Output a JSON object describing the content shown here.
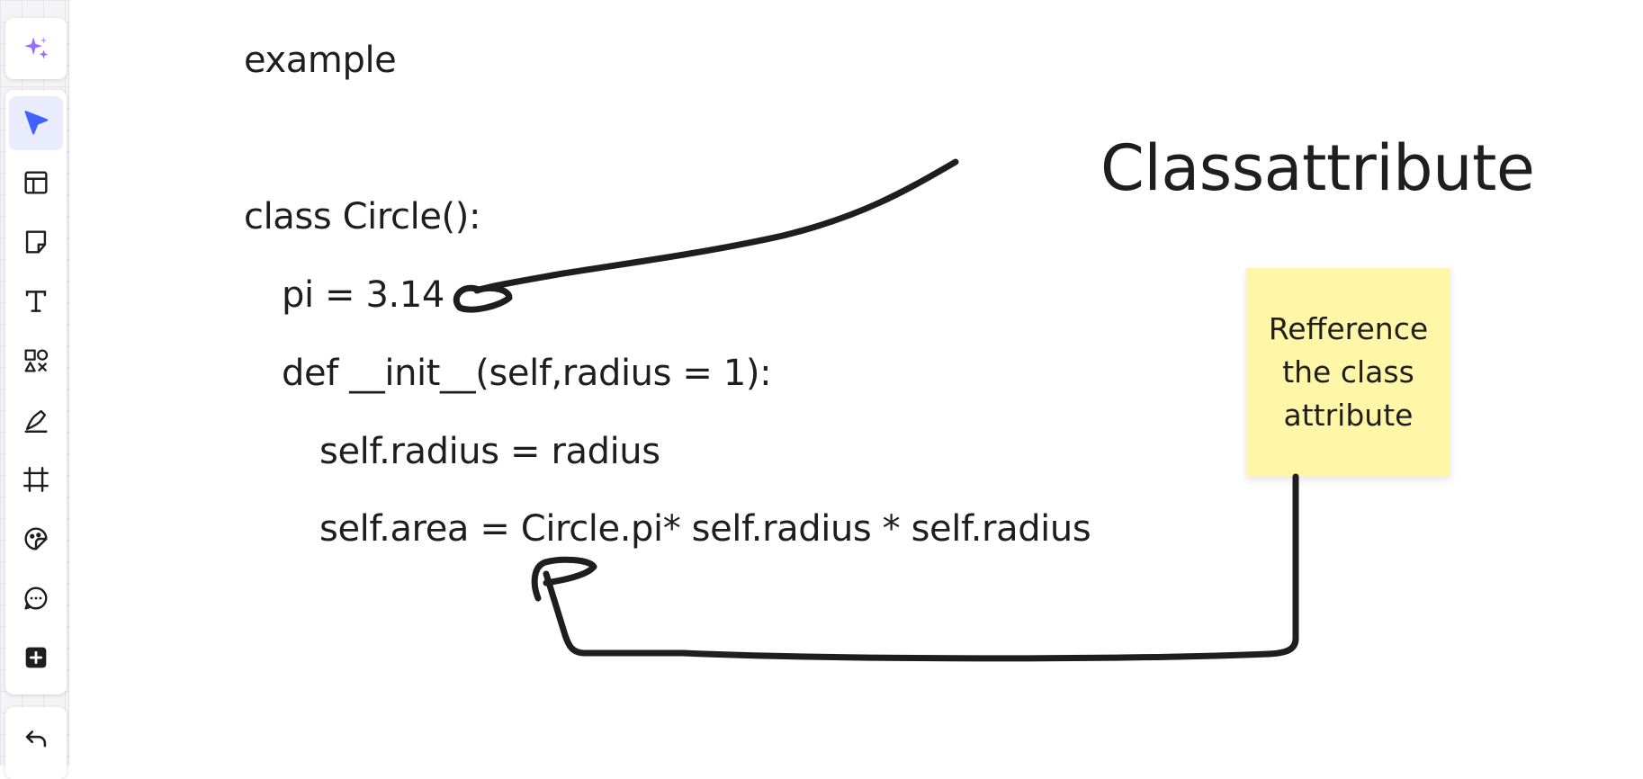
{
  "toolbar": {
    "tools": [
      {
        "name": "ai-assist",
        "icon": "sparkle-icon",
        "active": false
      },
      {
        "name": "select",
        "icon": "cursor-arrow-icon",
        "active": true
      },
      {
        "name": "templates",
        "icon": "layout-icon",
        "active": false
      },
      {
        "name": "sticky-note",
        "icon": "sticky-note-icon",
        "active": false
      },
      {
        "name": "text",
        "icon": "text-icon",
        "active": false
      },
      {
        "name": "shapes",
        "icon": "shapes-icon",
        "active": false
      },
      {
        "name": "pen",
        "icon": "pen-icon",
        "active": false
      },
      {
        "name": "frame",
        "icon": "frame-icon",
        "active": false
      },
      {
        "name": "stickers",
        "icon": "sticker-icon",
        "active": false
      },
      {
        "name": "comment",
        "icon": "comment-icon",
        "active": false
      },
      {
        "name": "more-apps",
        "icon": "plus-square-icon",
        "active": false
      },
      {
        "name": "undo",
        "icon": "undo-icon",
        "active": false
      }
    ]
  },
  "colors": {
    "accent": "#4262ff",
    "sparkle": "#9b6bff",
    "sticky": "#fff6a8",
    "ink": "#1e1e1e"
  },
  "canvas": {
    "code_lines": [
      "example",
      "class Circle():",
      "pi = 3.14",
      "def __init__(self,radius = 1):",
      "self.radius = radius",
      "self.area = Circle.pi* self.radius * self.radius"
    ],
    "annotation_label": "Classattribute",
    "sticky_note": "Refference the class attribute"
  }
}
